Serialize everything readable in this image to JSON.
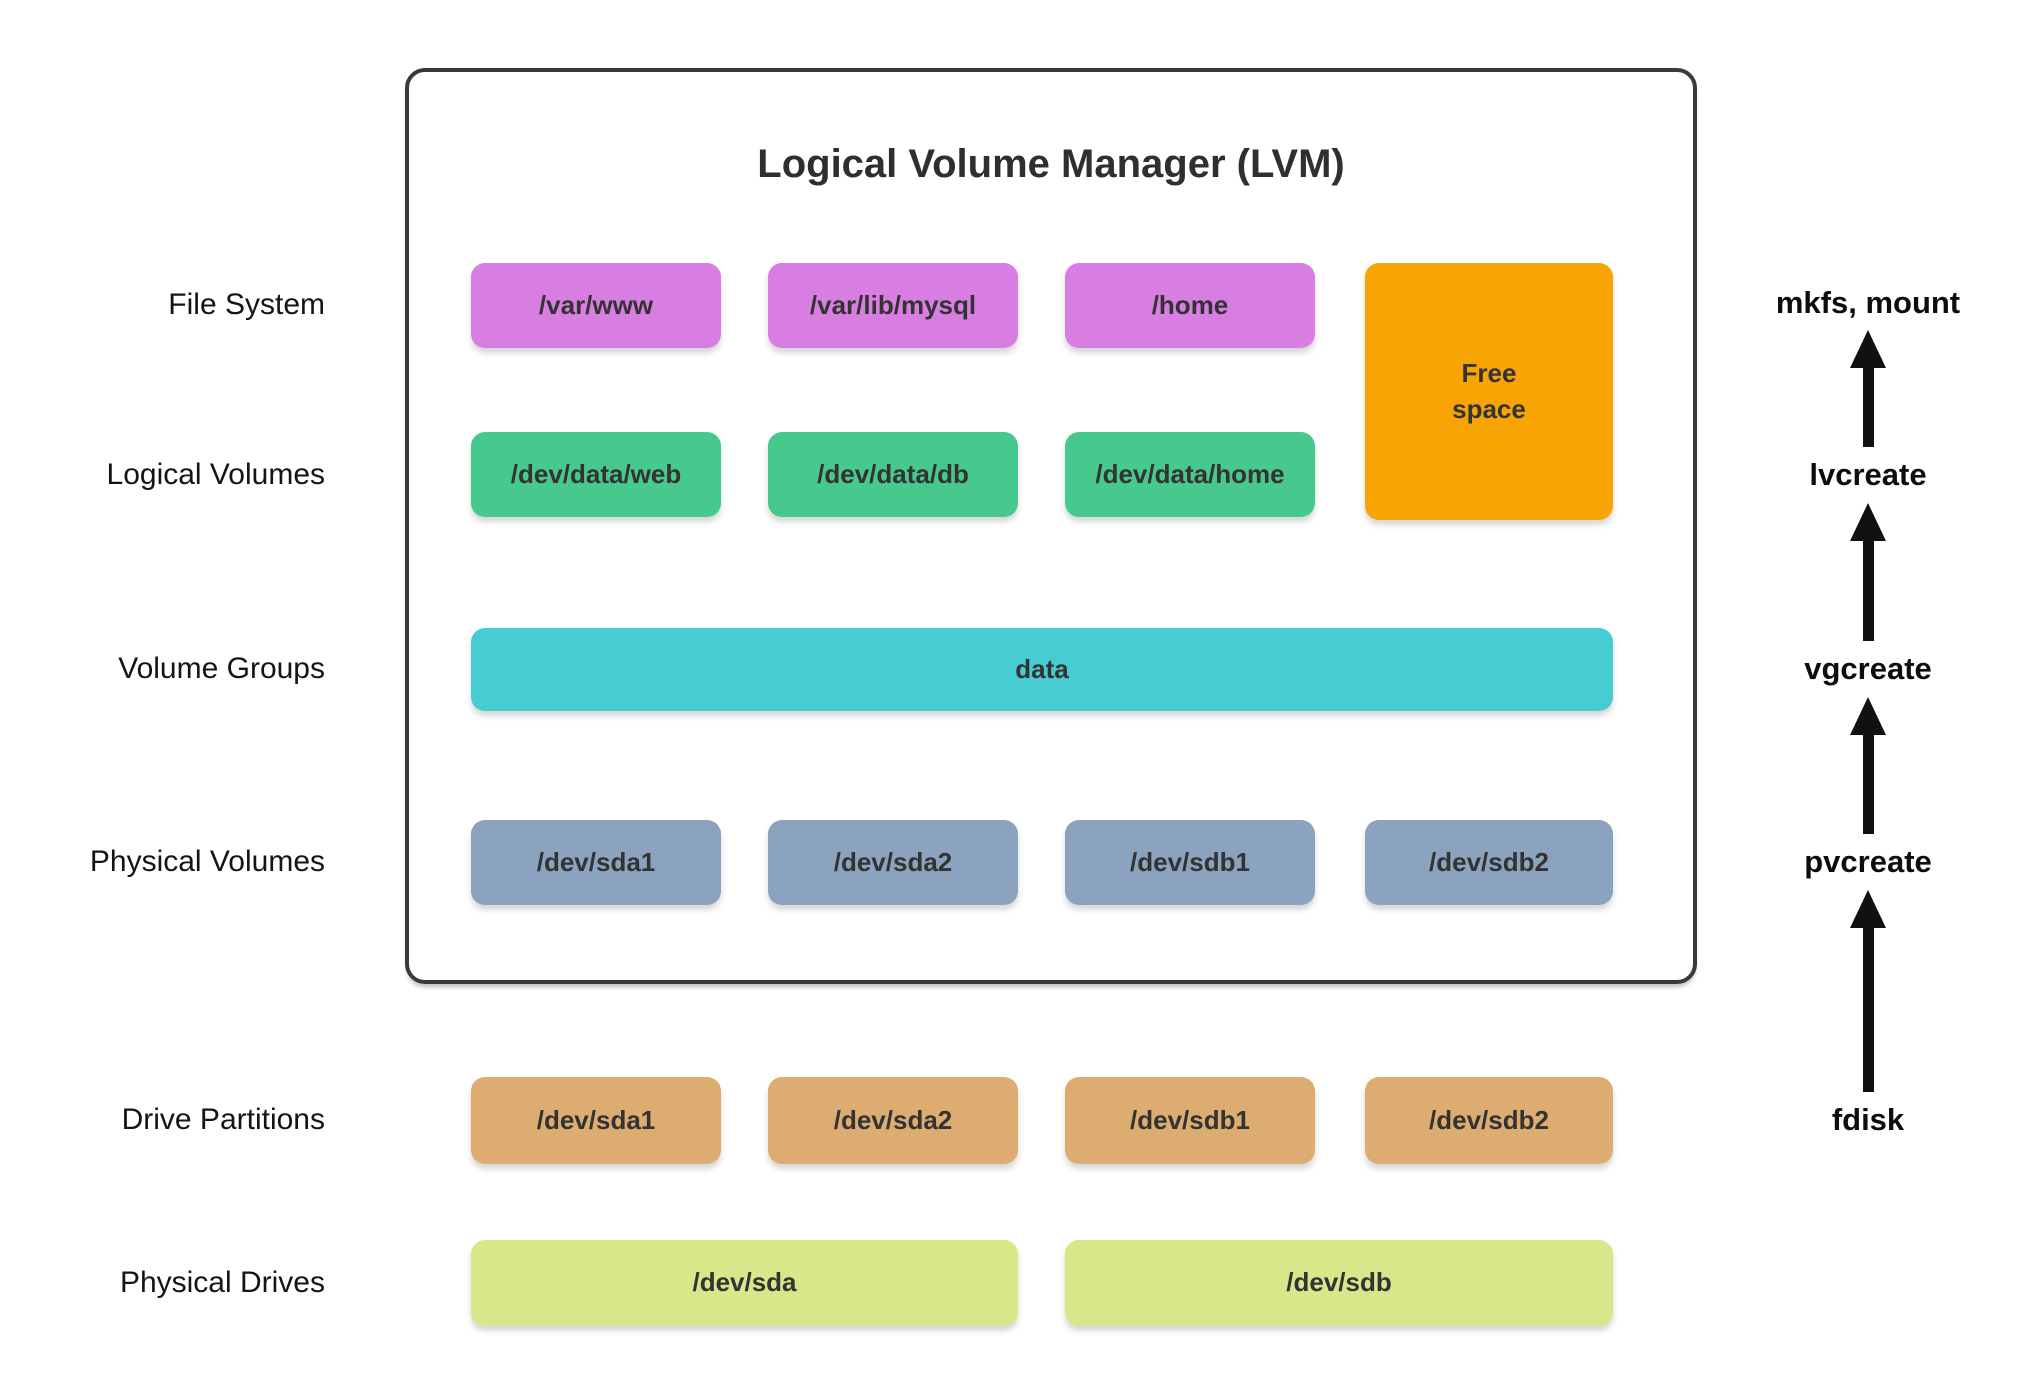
{
  "title": "Logical Volume Manager (LVM)",
  "left_labels": [
    "File System",
    "Logical Volumes",
    "Volume Groups",
    "Physical Volumes",
    "Drive Partitions",
    "Physical Drives"
  ],
  "layers": {
    "file_system": [
      "/var/www",
      "/var/lib/mysql",
      "/home"
    ],
    "free_space": "Free\nspace",
    "logical_volumes": [
      "/dev/data/web",
      "/dev/data/db",
      "/dev/data/home"
    ],
    "volume_group": "data",
    "physical_volumes": [
      "/dev/sda1",
      "/dev/sda2",
      "/dev/sdb1",
      "/dev/sdb2"
    ],
    "drive_partitions": [
      "/dev/sda1",
      "/dev/sda2",
      "/dev/sdb1",
      "/dev/sdb2"
    ],
    "physical_drives": [
      "/dev/sda",
      "/dev/sdb"
    ]
  },
  "commands": [
    "mkfs, mount",
    "lvcreate",
    "vgcreate",
    "pvcreate",
    "fdisk"
  ],
  "colors": {
    "file_system": "#d87de1",
    "free_space": "#f9a405",
    "logical_volume": "#47c98e",
    "volume_group": "#47ccd3",
    "physical_volume": "#8ba3be",
    "drive_partition": "#dcac71",
    "physical_drive": "#d7e78a",
    "box_text": "#333333",
    "border": "#3a3a3a",
    "arrow": "#111111"
  }
}
